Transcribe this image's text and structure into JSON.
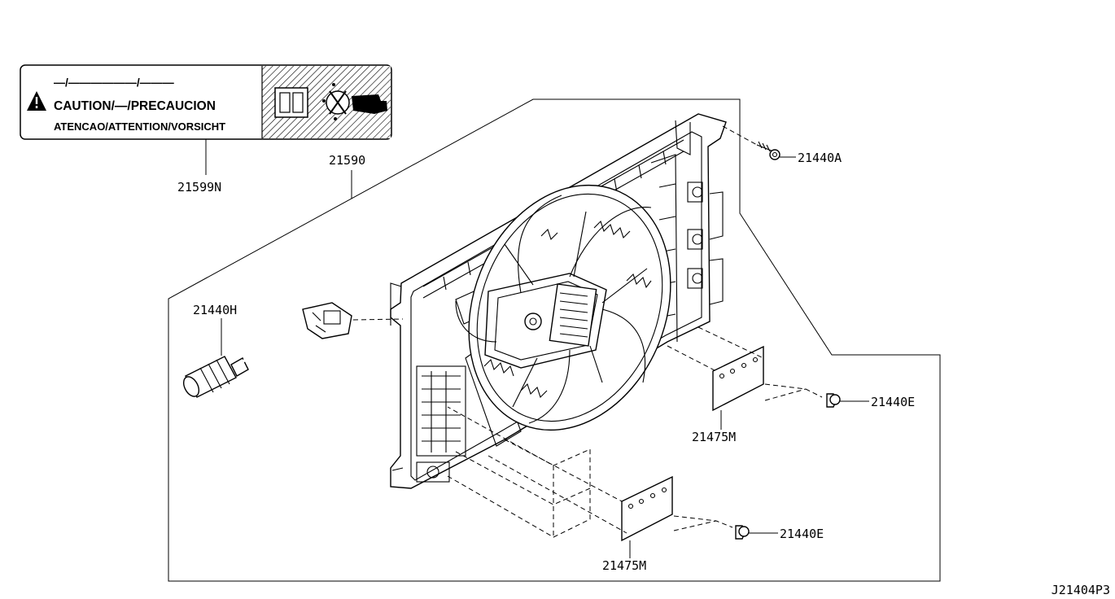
{
  "caution_label": {
    "blank_line": "—/——————/———",
    "line1": "CAUTION/—/PRECAUCION",
    "line2": "ATENCAO/ATTENTION/VORSICHT"
  },
  "callouts": {
    "caution_label": "21599N",
    "fan_assembly": "21590",
    "bolt_top": "21440A",
    "harness": "21440H",
    "clip_right": "21440E",
    "clip_bottom": "21440E",
    "shroud_right": "21475M",
    "shroud_bottom": "21475M"
  },
  "diagram_id": "J21404P3"
}
